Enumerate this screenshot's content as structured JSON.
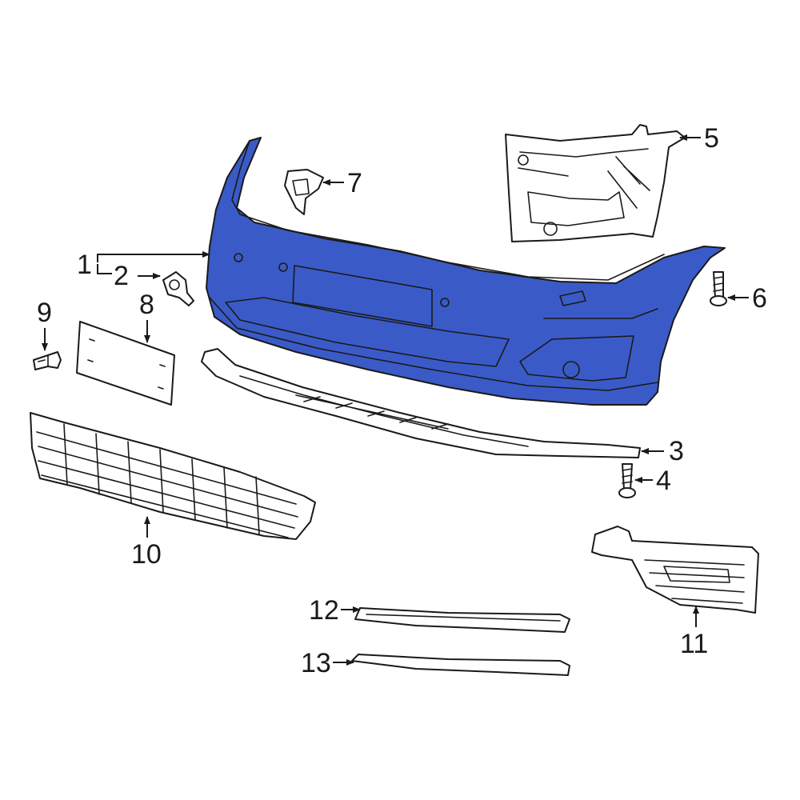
{
  "diagram": {
    "highlight_color": "#3a5bc7",
    "line_color": "#1a1a1a",
    "background": "#ffffff",
    "highlighted_part": "1",
    "callouts": [
      {
        "id": "c1",
        "label": "1"
      },
      {
        "id": "c2",
        "label": "2"
      },
      {
        "id": "c3",
        "label": "3"
      },
      {
        "id": "c4",
        "label": "4"
      },
      {
        "id": "c5",
        "label": "5"
      },
      {
        "id": "c6",
        "label": "6"
      },
      {
        "id": "c7",
        "label": "7"
      },
      {
        "id": "c8",
        "label": "8"
      },
      {
        "id": "c9",
        "label": "9"
      },
      {
        "id": "c10",
        "label": "10"
      },
      {
        "id": "c11",
        "label": "11"
      },
      {
        "id": "c12",
        "label": "12"
      },
      {
        "id": "c13",
        "label": "13"
      }
    ]
  }
}
